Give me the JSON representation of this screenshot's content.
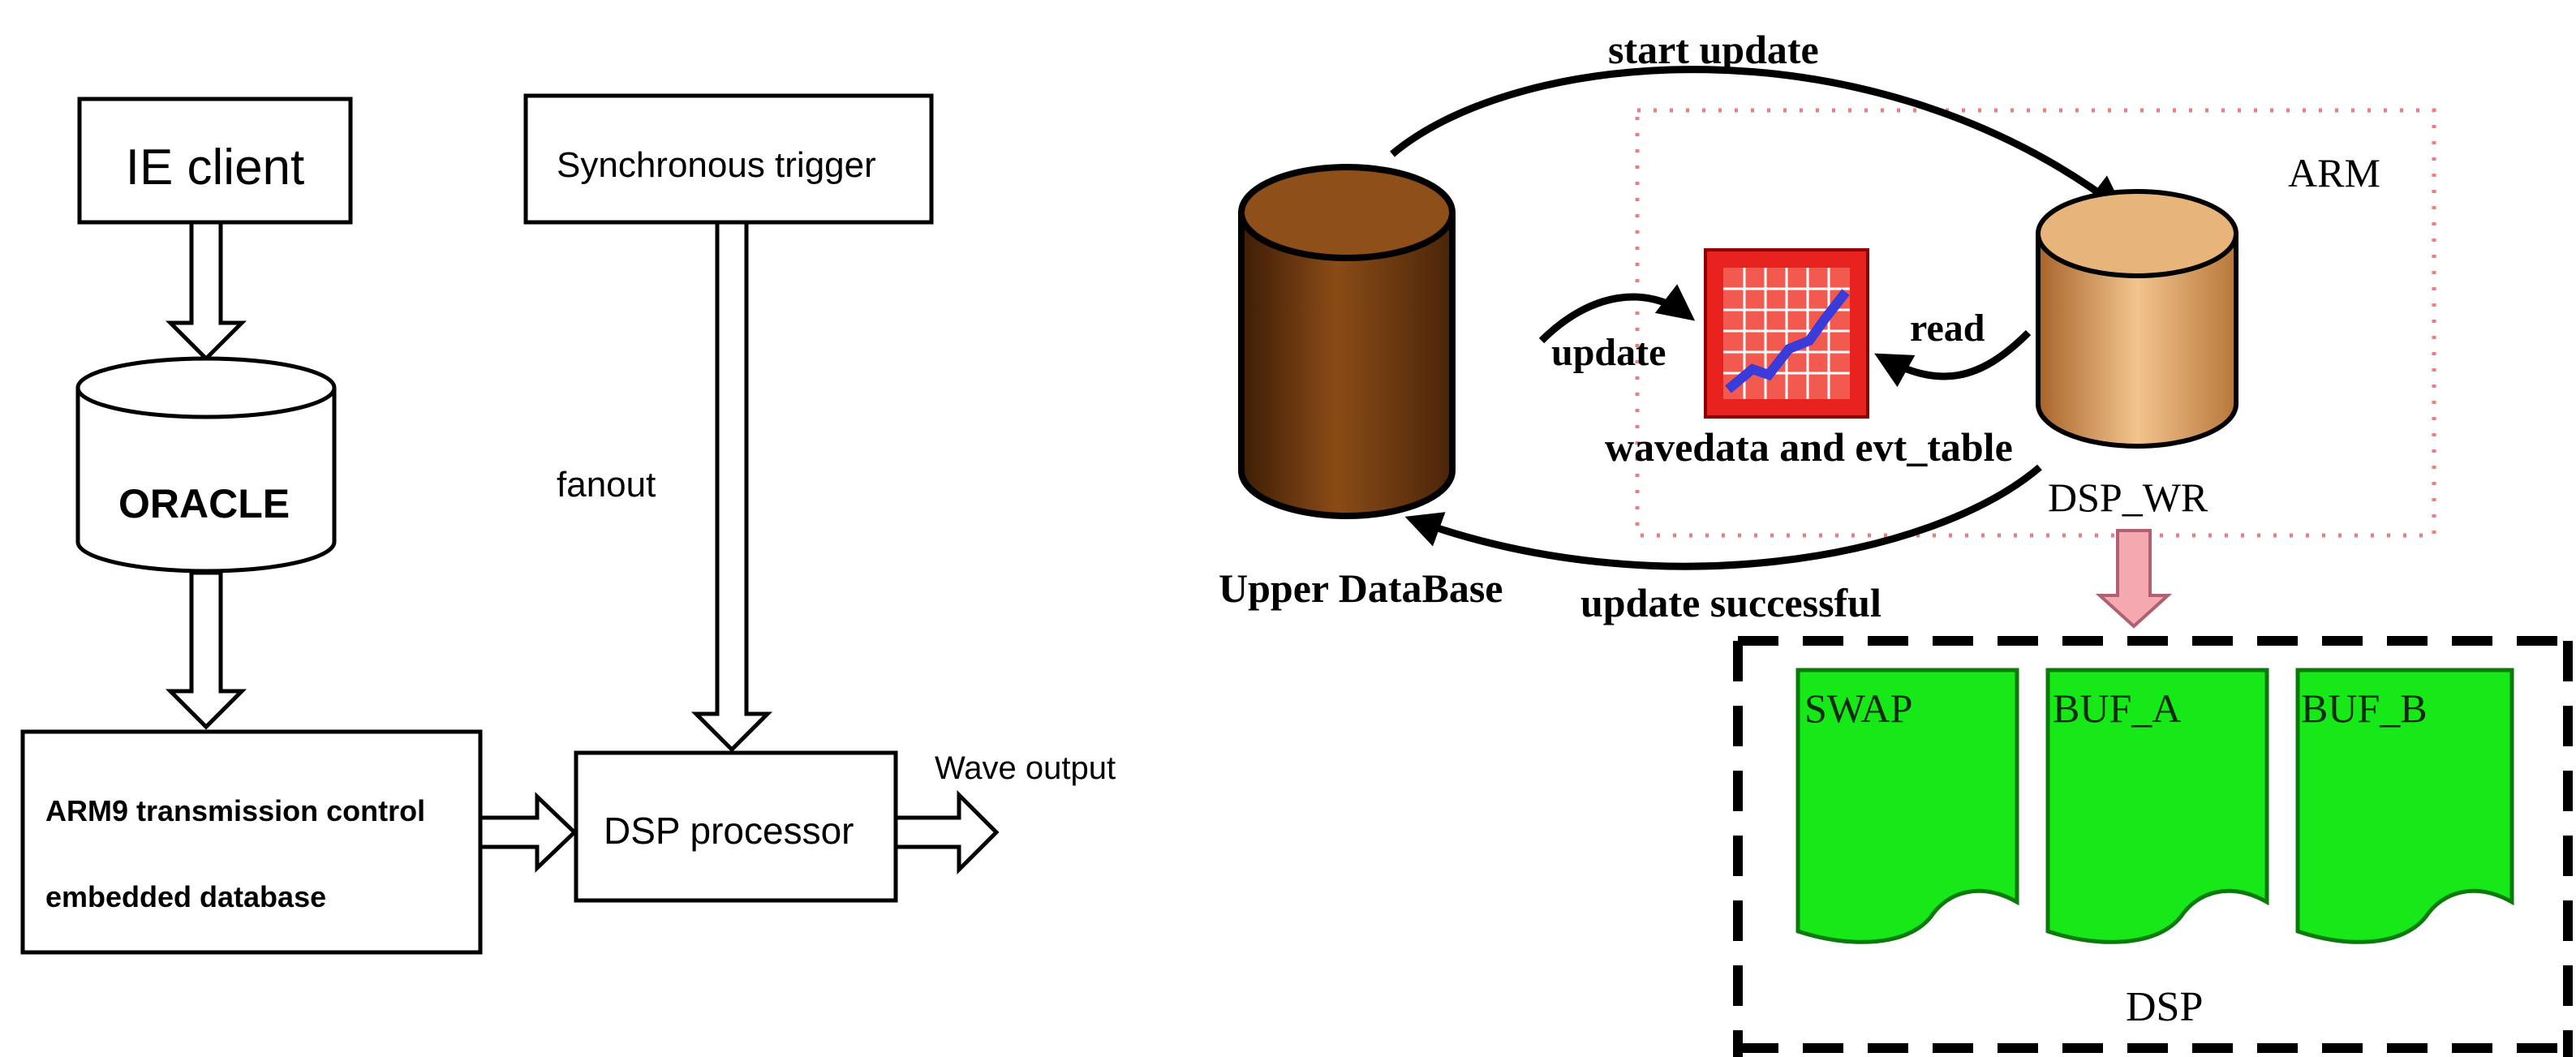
{
  "left_diagram": {
    "ie_client": "IE client",
    "oracle": "ORACLE",
    "sync_trigger": "Synchronous trigger",
    "fanout": "fanout",
    "arm9_line1": "ARM9 transmission control",
    "arm9_line2": "embedded database",
    "dsp_processor": "DSP processor",
    "wave_output": "Wave output"
  },
  "right_diagram": {
    "start_update": "start update",
    "arm": "ARM",
    "update": "update",
    "read": "read",
    "wavedata": "wavedata and evt_table",
    "dsp_wr": "DSP_WR",
    "upper_database": "Upper DataBase",
    "update_successful": "update successful",
    "swap": "SWAP",
    "buf_a": "BUF_A",
    "buf_b": "BUF_B",
    "dsp": "DSP"
  },
  "colors": {
    "database_dark": "#6b3a10",
    "database_light": "#d9a066",
    "wave_icon_red": "#e8231f",
    "buffer_green": "#17e817",
    "down_arrow_pink": "#f4a8b0",
    "arm_border": "#e88080"
  }
}
